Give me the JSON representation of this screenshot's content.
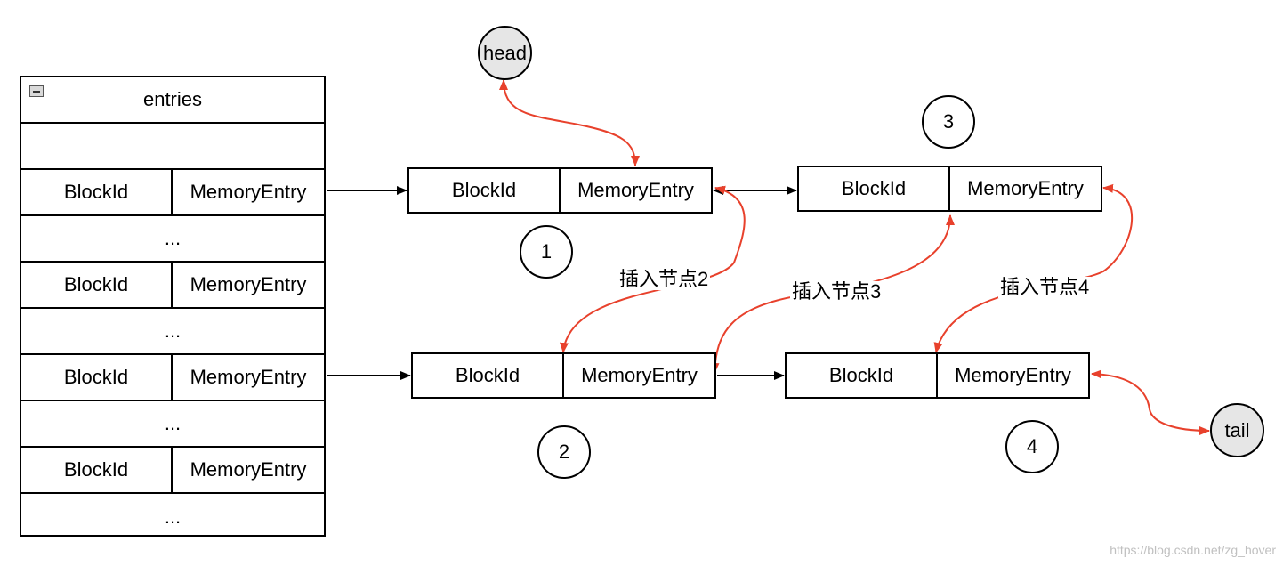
{
  "table": {
    "header": "entries",
    "rows": [
      {
        "type": "ellipsis",
        "text": ""
      },
      {
        "type": "kv",
        "key": "BlockId",
        "value": "MemoryEntry"
      },
      {
        "type": "ellipsis",
        "text": "..."
      },
      {
        "type": "kv",
        "key": "BlockId",
        "value": "MemoryEntry"
      },
      {
        "type": "ellipsis",
        "text": "..."
      },
      {
        "type": "kv",
        "key": "BlockId",
        "value": "MemoryEntry"
      },
      {
        "type": "ellipsis",
        "text": "..."
      },
      {
        "type": "kv",
        "key": "BlockId",
        "value": "MemoryEntry"
      },
      {
        "type": "ellipsis",
        "text": "..."
      }
    ]
  },
  "nodes": [
    {
      "key": "BlockId",
      "value": "MemoryEntry",
      "badge": "1"
    },
    {
      "key": "BlockId",
      "value": "MemoryEntry",
      "badge": "2"
    },
    {
      "key": "BlockId",
      "value": "MemoryEntry",
      "badge": "3"
    },
    {
      "key": "BlockId",
      "value": "MemoryEntry",
      "badge": "4"
    }
  ],
  "pointers": {
    "head": "head",
    "tail": "tail"
  },
  "labels": {
    "insert2": "插入节点2",
    "insert3": "插入节点3",
    "insert4": "插入节点4"
  },
  "watermark": "https://blog.csdn.net/zg_hover",
  "colors": {
    "arrow_black": "#000000",
    "arrow_red": "#e8412c",
    "pointer_fill": "#e6e6e6"
  }
}
